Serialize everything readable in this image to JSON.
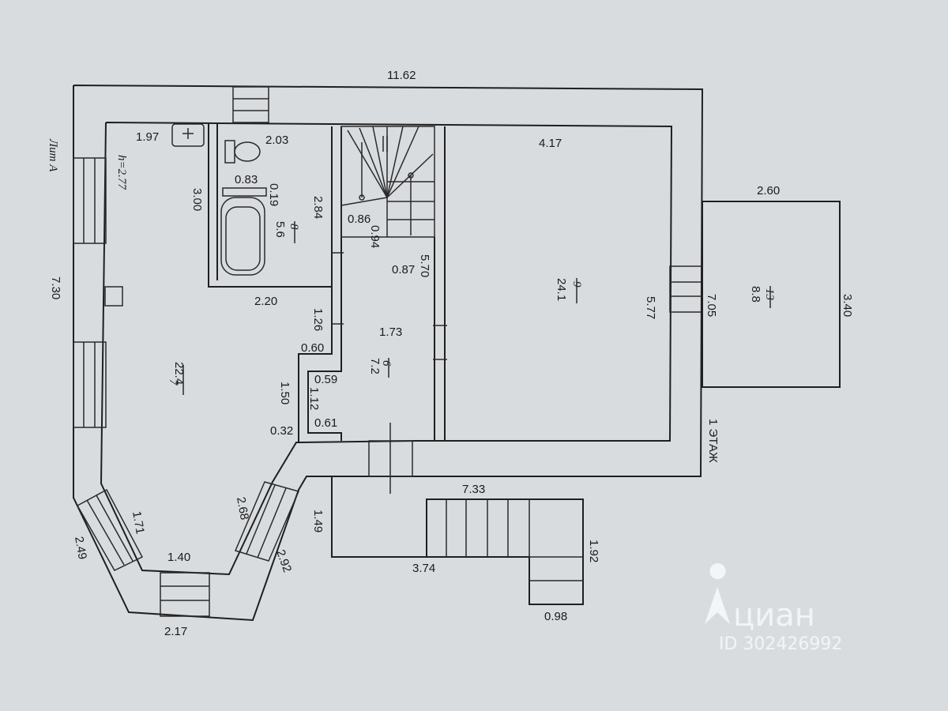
{
  "dimensions": {
    "outer_top": "11.62",
    "bath_w": "1.97",
    "wc_w": "2.03",
    "room9_top": "4.17",
    "ext_top": "2.60",
    "ext_side": "3.40",
    "left_side": "7.30",
    "bath_h": "3.00",
    "bath_small": "0.83",
    "bath_tiny": "0.19",
    "bath_area": "5.6",
    "stair_h": "2.84",
    "stair_a": "0.86",
    "stair_b": "0.94",
    "stair_c": "0.87",
    "stair_d": "5.70",
    "room9_h": "5.77",
    "room13_h": "7.05",
    "room8_w": "2.20",
    "corr_a": "1.26",
    "corr_w": "1.73",
    "corr_b": "0.60",
    "corr_c": "0.59",
    "corr_d": "1.12",
    "corr_e": "0.61",
    "corr_f": "1.50",
    "corr_g": "0.32",
    "bay_a": "2.68",
    "bay_b": "1.71",
    "bay_c": "2.49",
    "bay_d": "1.40",
    "bay_e": "2.92",
    "bay_f": "2.17",
    "porch_w": "7.33",
    "porch_h": "1.49",
    "porch_b": "3.74",
    "step_h": "1.92",
    "step_w": "0.98"
  },
  "rooms": {
    "r7_num": "7",
    "r7_area": "22.4",
    "r8_num": "8",
    "r8_area": "5.6",
    "r6_num": "6",
    "r6_area": "7.2",
    "r9_num": "9",
    "r9_area": "24.1",
    "r13_num": "13",
    "r13_area": "8.8"
  },
  "notes": {
    "height": "h=2.77",
    "litera": "Лит А",
    "floor": "1 ЭТАЖ"
  },
  "watermark": {
    "brand": "циан",
    "id": "ID 302426992"
  },
  "colors": {
    "paper": "#d9dcdf",
    "line": "#1f1f1f"
  }
}
